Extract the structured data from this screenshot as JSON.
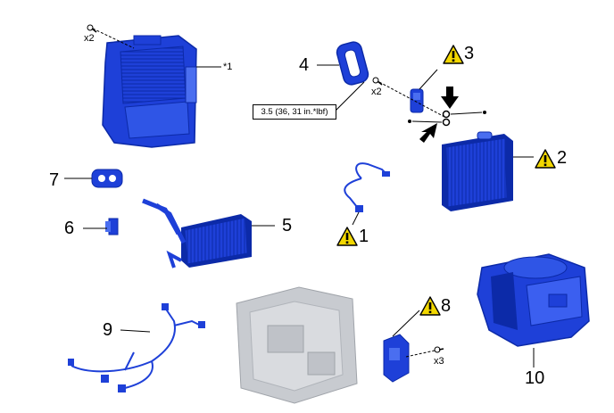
{
  "colors": {
    "part_blue": "#1e40d8",
    "part_dark": "#0c2aa8",
    "part_light": "#4a6ef0",
    "warning_yellow": "#f2d700",
    "grey_part": "#c8cbd0"
  },
  "labels": {
    "n1": "1",
    "n2": "2",
    "n3": "3",
    "n4": "4",
    "n5": "5",
    "n6": "6",
    "n7": "7",
    "n8": "8",
    "n9": "9",
    "n10": "10",
    "star1": "*1",
    "qty_a": "x2",
    "qty_b": "x2",
    "qty_c": "x3"
  },
  "torque_spec": "3.5 (36, 31 in.*lbf)",
  "icons": [
    "warning-triangle-icon",
    "arrow-icon",
    "screw-icon"
  ]
}
